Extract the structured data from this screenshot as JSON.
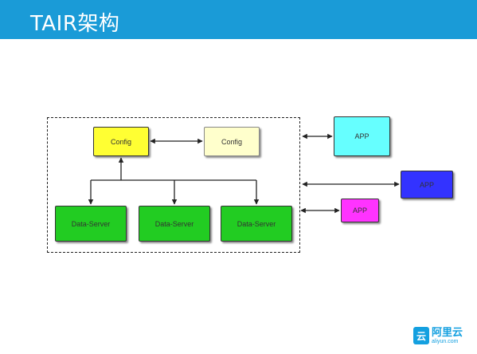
{
  "header": {
    "title": "TAIR架构",
    "color": "#1a9bd7"
  },
  "nodes": {
    "config_primary": "Config",
    "config_secondary": "Config",
    "data_servers": [
      "Data-Server",
      "Data-Server",
      "Data-Server"
    ],
    "apps": [
      "APP",
      "APP",
      "APP"
    ]
  },
  "colors": {
    "config_primary": "#ffff33",
    "config_secondary": "#ffffcc",
    "data_server": "#22cc22",
    "app_cyan": "#66ffff",
    "app_blue": "#3333ff",
    "app_magenta": "#ff33ff"
  },
  "logo": {
    "mark": "云",
    "cn": "阿里云",
    "en": "aliyun.com"
  }
}
